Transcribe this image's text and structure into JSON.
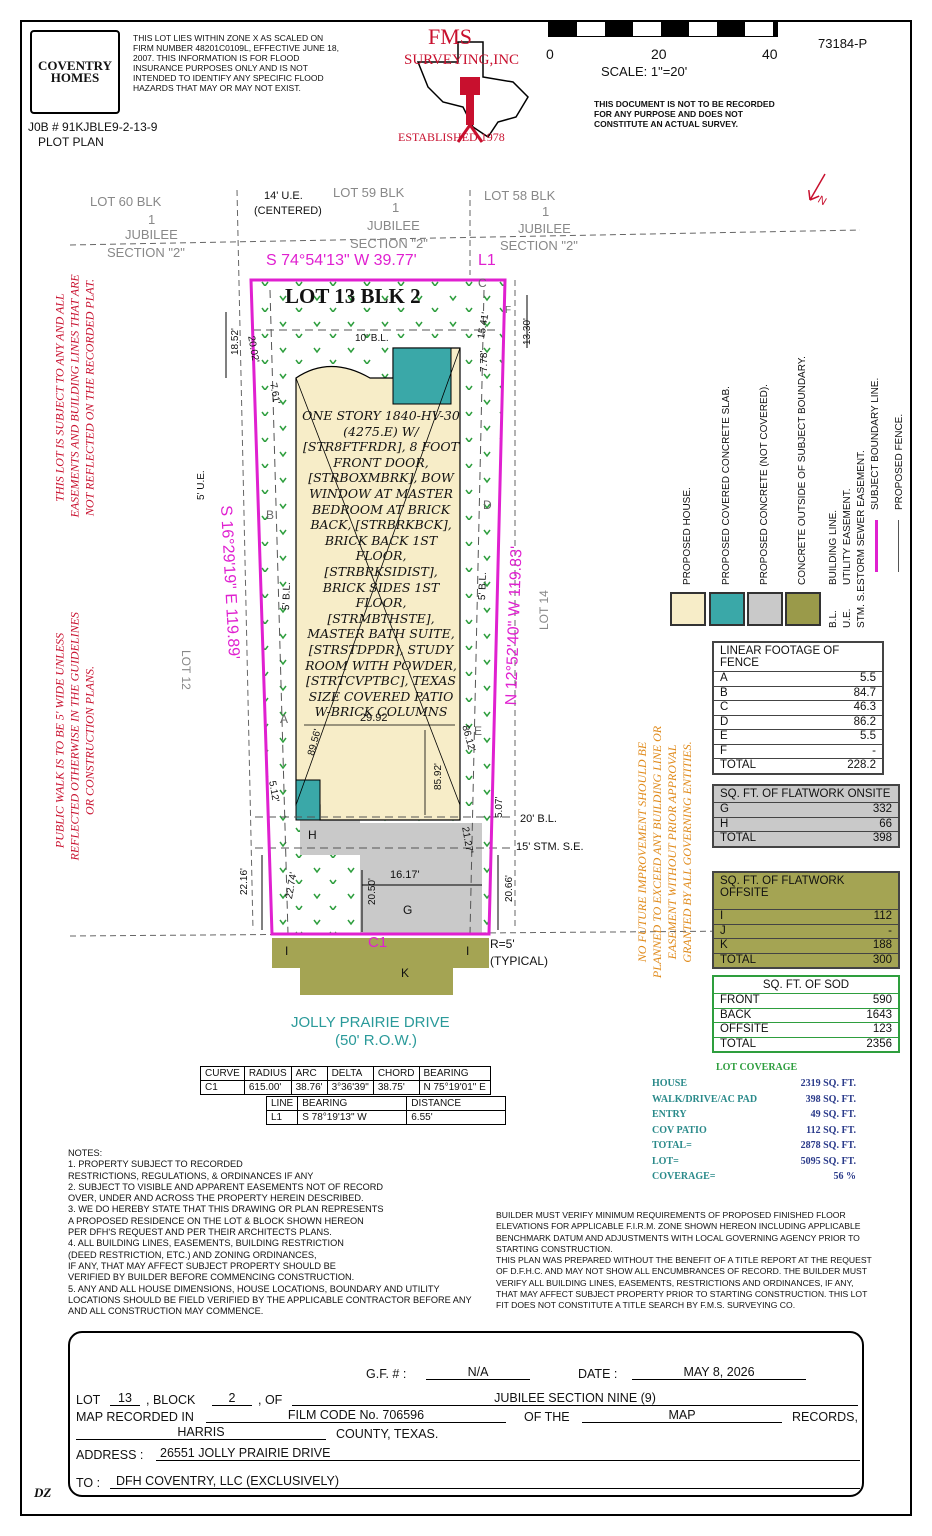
{
  "header": {
    "logo_text": "COVENTRY HOMES",
    "flood_note": "THIS LOT LIES WITHIN ZONE X AS SCALED ON FIRM NUMBER 48201C0109L, EFFECTIVE JUNE 18, 2007. THIS INFORMATION IS FOR FLOOD INSURANCE PURPOSES ONLY AND IS NOT INTENDED TO IDENTIFY ANY SPECIFIC FLOOD HAZARDS THAT MAY OR MAY NOT EXIST.",
    "job": "J0B # 91KJBLE9-2-13-9",
    "plot_plan": "PLOT PLAN",
    "fms_title": "FMS",
    "fms_sub": "SURVEYING,INC",
    "established": "ESTABLISHED 1978",
    "scale_0": "0",
    "scale_20": "20",
    "scale_40": "40",
    "scale_label": "SCALE:  1\"=20'",
    "doc_id": "73184-P",
    "not_survey": "THIS DOCUMENT IS NOT TO BE RECORDED FOR ANY PURPOSE AND DOES NOT CONSTITUTE AN ACTUAL SURVEY."
  },
  "plan": {
    "lot60": "LOT    60   BLK",
    "lot60b": "1",
    "lot60c": "JUBILEE",
    "lot60d": "SECTION \"2\"",
    "lot59": "LOT   59   BLK",
    "lot59b": "1",
    "lot59c": "JUBILEE",
    "lot59d": "SECTION \"2\"",
    "lot58": "LOT   58   BLK",
    "lot58b": "1",
    "lot58c": "JUBILEE",
    "lot58d": "SECTION \"2\"",
    "ue14": "14' U.E.",
    "centered": "(CENTERED)",
    "north_bearing": "S 74°54'13\" W  39.77'",
    "l1": "L1",
    "lot_title": "LOT 13 BLK 2",
    "west_bearing": "S 16°29'19\" E  119.89'",
    "east_bearing": "N 12°52'40\" W  119.83'",
    "c1": "C1",
    "r5": "R=5'",
    "typical": "(TYPICAL)",
    "bl10": "10' B.L.",
    "bl20": "20' B.L.",
    "se15": "15' STM. S.E.",
    "ue5": "5' U.E.",
    "bl5a": "5' B.L.",
    "bl5b": "5' B.L.",
    "lot12": "LOT    12",
    "lot14": "LOT    14",
    "d1852": "18.52'",
    "d2002": "20.02'",
    "d761": "7.61'",
    "d1541": "15.41'",
    "d1330": "13.30'",
    "d778": "7.78'",
    "d2992": "29.92'",
    "d8956": "89.56'",
    "d8592": "85.92'",
    "d8612": "86.12'",
    "d512": "5.12'",
    "d507": "5.07'",
    "d2127": "21.27'",
    "d2216": "22.16'",
    "d2274": "22.74'",
    "d2050": "20.50'",
    "d1617": "16.17'",
    "d2066": "20.66'",
    "house_desc": "ONE STORY 1840-HV-30 (4275.E) W/ [STR8FTFRDR], 8 FOOT FRONT DOOR, [STRBOXMBRK], BOW WINDOW AT MASTER BEDROOM AT BRICK BACK, [STRBRKBCK], BRICK BACK 1ST FLOOR, [STRBRKSIDIST], BRICK SIDES 1ST FLOOR, [STRMBTHSTE], MASTER BATH SUITE, [STRSTDPDR], STUDY ROOM WITH POWDER, [STRTCVPTBC], TEXAS SIZE COVERED PATIO W-BRICK COLUMNS",
    "label_a": "A",
    "label_b": "B",
    "label_c": "C",
    "label_d": "D",
    "label_e": "E",
    "label_f": "F",
    "label_g": "G",
    "label_h": "H",
    "label_i1": "I",
    "label_i2": "I",
    "label_k": "K",
    "street": "JOLLY PRAIRIE DRIVE",
    "row": "(50'  R.O.W.)",
    "north_arrow": "N"
  },
  "side_notes": {
    "red1": "THIS LOT IS SUBJECT TO ANY AND ALL\nEASEMENTS AND BUILDING LINES THAT ARE\nNOT REFLECTED ON THE RECORDED PLAT.",
    "red2": "PUBLIC WALK IS TO BE 5' WIDE UNLESS\nREFLECTED OTHERWISE IN THE GUIDELINES\nOR CONSTRUCTION PLANS.",
    "orange": "NO FUTURE IMPROVEMENT SHOULD BE\nPLANNED TO EXCEED ANY BUILDING LINE OR\nEASEMENT WITHOUT PRIOR APPROVAL\nGRANTED BY ALL GOVERNING ENTITIES."
  },
  "legend": {
    "house": "PROPOSED HOUSE.",
    "covered": "PROPOSED COVERED CONCRETE SLAB.",
    "not_covered": "PROPOSED CONCRETE (NOT COVERED).",
    "outside": "CONCRETE OUTSIDE OF SUBJECT BOUNDARY.",
    "bl": "BUILDING LINE.",
    "ue": "UTILITY EASEMENT.",
    "stm": "STORM SEWER EASEMENT.",
    "boundary": "SUBJECT BOUNDARY LINE.",
    "fence": "PROPOSED FENCE.",
    "abbr_bl": "B.L.",
    "abbr_ue": "U.E.",
    "abbr_stm": "STM. S.E.",
    "colors": {
      "house": "#f7edc8",
      "covered": "#3aa8a8",
      "not_covered": "#c9c9c9",
      "outside": "#9a9a4a",
      "boundary": "#e020d0"
    }
  },
  "fence_table": {
    "title": "LINEAR FOOTAGE OF FENCE",
    "rows": [
      [
        "A",
        "5.5"
      ],
      [
        "B",
        "84.7"
      ],
      [
        "C",
        "46.3"
      ],
      [
        "D",
        "86.2"
      ],
      [
        "E",
        "5.5"
      ],
      [
        "F",
        "-"
      ],
      [
        "TOTAL",
        "228.2"
      ]
    ]
  },
  "onsite_table": {
    "title": "SQ. FT. OF FLATWORK ONSITE",
    "rows": [
      [
        "G",
        "332"
      ],
      [
        "H",
        "66"
      ],
      [
        "TOTAL",
        "398"
      ]
    ]
  },
  "offsite_table": {
    "title": "SQ. FT. OF FLATWORK OFFSITE",
    "rows": [
      [
        "I",
        "112"
      ],
      [
        "J",
        "-"
      ],
      [
        "K",
        "188"
      ],
      [
        "TOTAL",
        "300"
      ]
    ]
  },
  "sod_table": {
    "title": "SQ. FT. OF SOD",
    "rows": [
      [
        "FRONT",
        "590"
      ],
      [
        "BACK",
        "1643"
      ],
      [
        "OFFSITE",
        "123"
      ],
      [
        "TOTAL",
        "2356"
      ]
    ]
  },
  "coverage": {
    "title": "LOT COVERAGE",
    "rows": [
      [
        "HOUSE",
        "2319 SQ. FT."
      ],
      [
        "WALK/DRIVE/AC PAD",
        "398 SQ. FT."
      ],
      [
        "ENTRY",
        "49 SQ. FT."
      ],
      [
        "COV PATIO",
        "112 SQ. FT."
      ],
      [
        "TOTAL=",
        "2878 SQ. FT."
      ],
      [
        "LOT=",
        "5095 SQ. FT."
      ],
      [
        "COVERAGE=",
        "56 %"
      ]
    ]
  },
  "curve_table": {
    "headers": [
      "CURVE",
      "RADIUS",
      "ARC",
      "DELTA",
      "CHORD",
      "BEARING"
    ],
    "row": [
      "C1",
      "615.00'",
      "38.76'",
      "3°36'39\"",
      "38.75'",
      "N 75°19'01\" E"
    ],
    "line_headers": [
      "LINE",
      "BEARING",
      "DISTANCE"
    ],
    "line_row": [
      "L1",
      "S 78°19'13\" W",
      "6.55'"
    ]
  },
  "notes": {
    "title": "NOTES:",
    "n1": "1. PROPERTY SUBJECT TO RECORDED",
    "n1b": "RESTRICTIONS, REGULATIONS, & ORDINANCES IF ANY",
    "n2": "2. SUBJECT TO VISIBLE AND APPARENT EASEMENTS NOT OF RECORD",
    "n2b": "OVER, UNDER AND ACROSS THE PROPERTY HEREIN DESCRIBED.",
    "n3": "3. WE DO HEREBY STATE THAT THIS DRAWING OR PLAN REPRESENTS",
    "n3b": "A PROPOSED RESIDENCE ON THE LOT & BLOCK SHOWN HEREON",
    "n3c": "PER DFH'S REQUEST AND PER THEIR ARCHITECTS PLANS.",
    "n4": "4. ALL BUILDING LINES, EASEMENTS, BUILDING RESTRICTION",
    "n4b": "(DEED RESTRICTION, ETC.) AND ZONING ORDINANCES,",
    "n4c": "IF ANY, THAT MAY AFFECT SUBJECT PROPERTY SHOULD BE",
    "n4d": "VERIFIED BY BUILDER BEFORE COMMENCING CONSTRUCTION.",
    "n5": "5. ANY AND ALL HOUSE DIMENSIONS, HOUSE LOCATIONS, BOUNDARY AND UTILITY",
    "n5b": "LOCATIONS SHOULD BE FIELD VERIFIED BY THE APPLICABLE CONTRACTOR BEFORE ANY",
    "n5c": "AND ALL CONSTRUCTION MAY COMMENCE.",
    "builder": "BUILDER MUST VERIFY MINIMUM REQUIREMENTS OF PROPOSED FINISHED FLOOR ELEVATIONS FOR APPLICABLE F.I.R.M. ZONE SHOWN HEREON INCLUDING APPLICABLE BENCHMARK DATUM AND ADJUSTMENTS WITH LOCAL GOVERNING AGENCY PRIOR TO STARTING CONSTRUCTION.",
    "title_report": "THIS PLAN WAS PREPARED WITHOUT THE BENEFIT OF A TITLE REPORT AT THE REQUEST OF D.F.H.C. AND MAY NOT SHOW ALL ENCUMBRANCES OF RECORD. THE BUILDER MUST VERIFY ALL BUILDING LINES, EASEMENTS, RESTRICTIONS AND ORDINANCES, IF ANY, THAT MAY AFFECT SUBJECT PROPERTY PRIOR TO STARTING CONSTRUCTION. THIS LOT FIT DOES NOT CONSTITUTE A TITLE SEARCH BY F.M.S. SURVEYING CO."
  },
  "form": {
    "gf_label": "G.F.  #  :",
    "gf_value": "N/A",
    "date_label": "DATE  :",
    "date_value": "MAY 8, 2026",
    "lot_label": "LOT",
    "lot_value": "13",
    "block_label": ",  BLOCK",
    "block_value": "2",
    "of_label": ",  OF",
    "subdivision": "JUBILEE SECTION NINE (9)",
    "map_label": "MAP  RECORDED  IN",
    "film_code": "FILM CODE No. 706596",
    "of_the": "OF  THE",
    "map_value": "MAP",
    "records": "RECORDS,",
    "county": "HARRIS",
    "county_label": "COUNTY, TEXAS.",
    "address_label": "ADDRESS  :",
    "address_value": "26551 JOLLY PRAIRIE DRIVE",
    "to_label": "TO  :",
    "to_value": "DFH COVENTRY, LLC     (EXCLUSIVELY)",
    "initials": "DZ"
  }
}
